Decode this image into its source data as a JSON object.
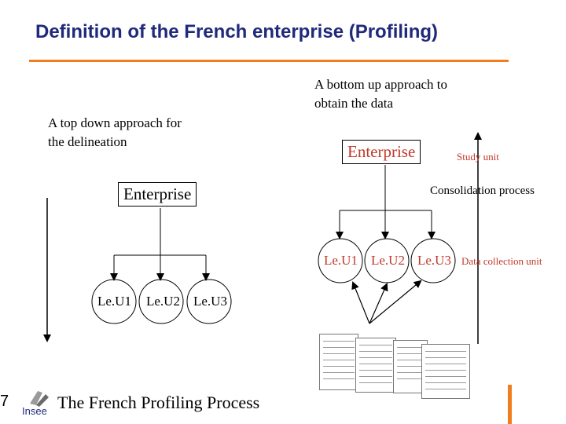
{
  "title": "Definition of the French enterprise (Profiling)",
  "left": {
    "caption_line1": "A top down approach for",
    "caption_line2": "the delineation",
    "enterprise": "Enterprise",
    "units": [
      "Le.U1",
      "Le.U2",
      "Le.U3"
    ]
  },
  "right": {
    "caption_line1": "A bottom up approach to",
    "caption_line2": "obtain the data",
    "enterprise": "Enterprise",
    "study_unit": "Study unit",
    "consolidation": "Consolidation process",
    "units": [
      "Le.U1",
      "Le.U2",
      "Le.U3"
    ],
    "data_collection": "Data collection unit"
  },
  "footer": {
    "page_number": "7",
    "logo_text": "Insee",
    "caption": "The French Profiling Process"
  },
  "colors": {
    "title": "#1f2a7a",
    "accent": "#f07d1e",
    "highlight_text": "#c0392b"
  }
}
